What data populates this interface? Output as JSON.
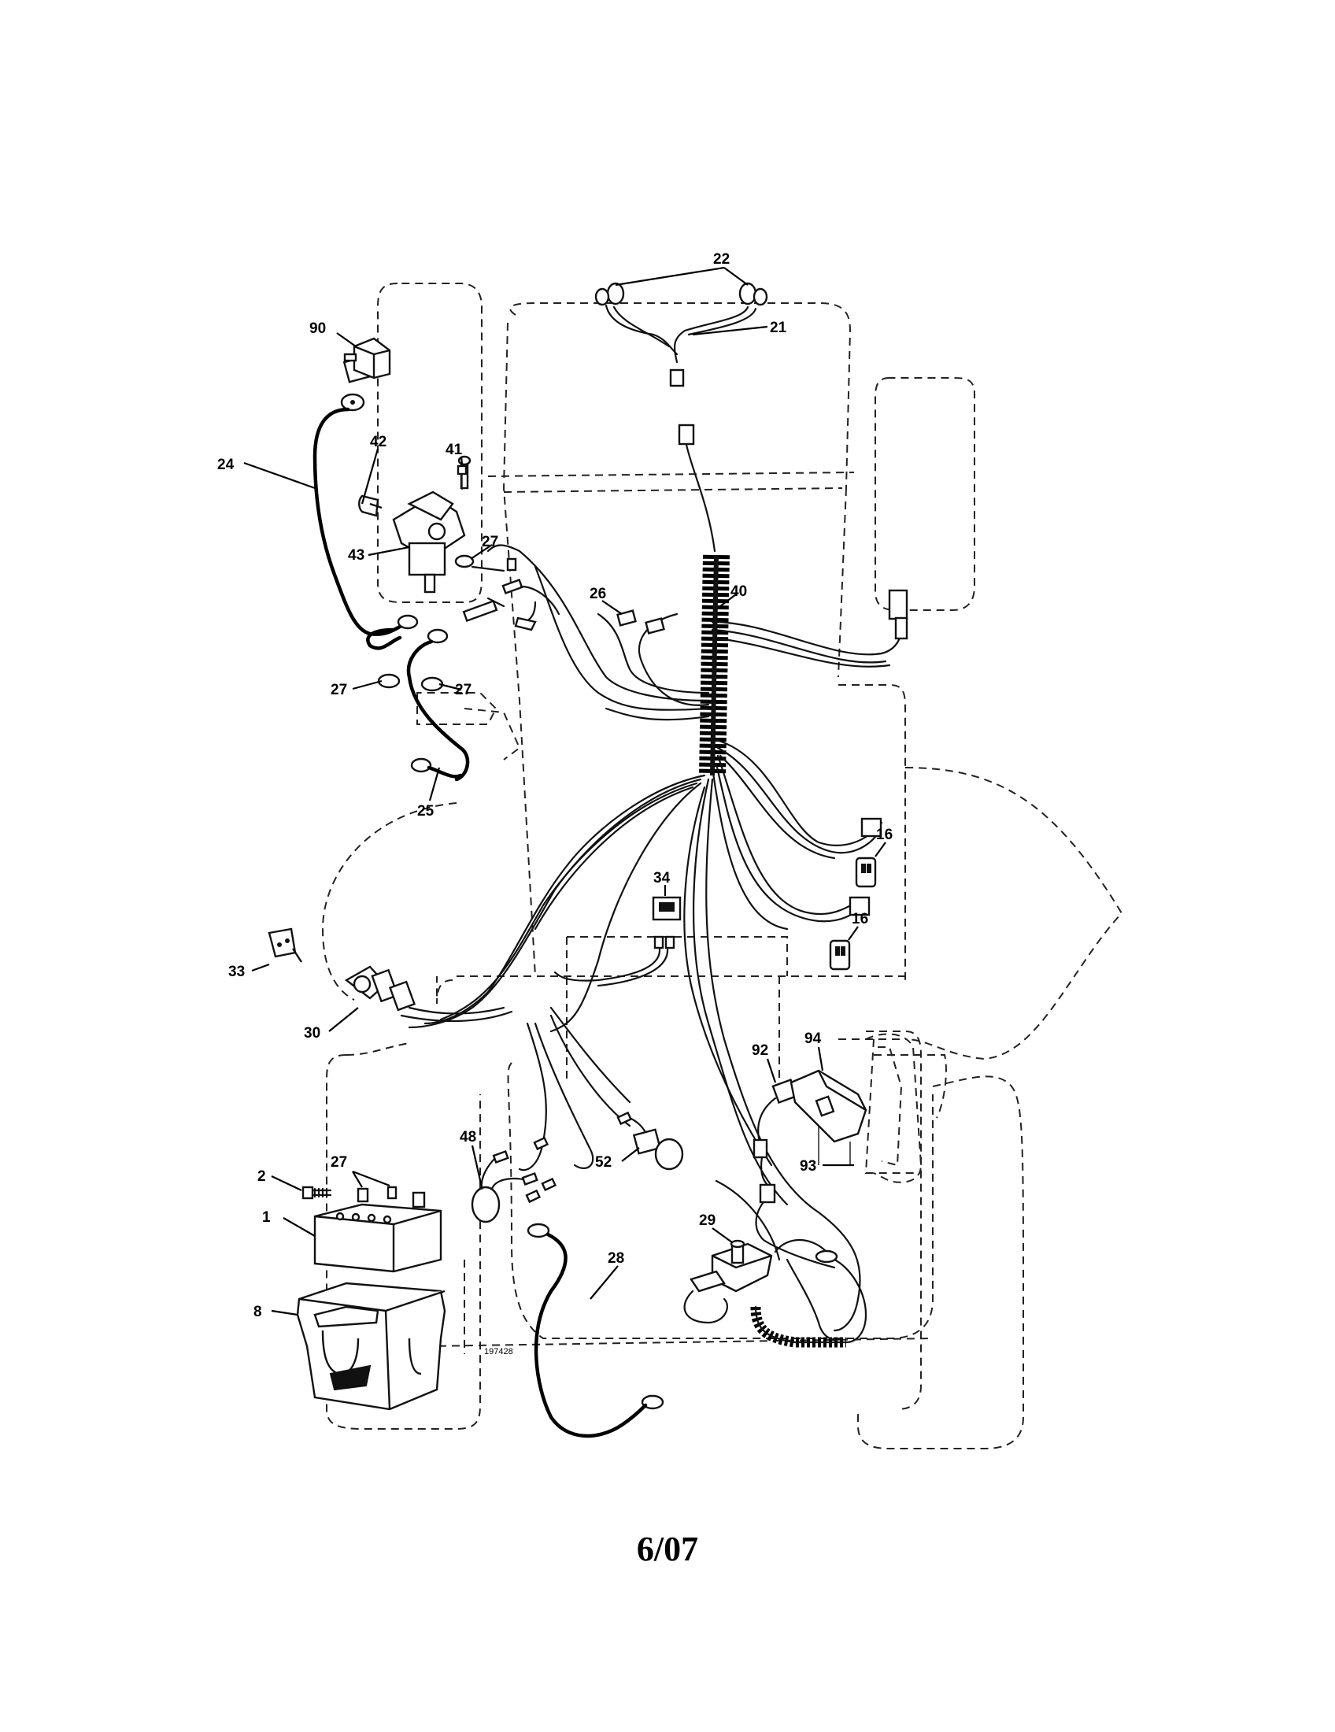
{
  "diagram": {
    "callouts": {
      "c1": "1",
      "c2": "2",
      "c8": "8",
      "c16a": "16",
      "c16b": "16",
      "c21": "21",
      "c22": "22",
      "c24": "24",
      "c25": "25",
      "c26": "26",
      "c27a": "27",
      "c27b": "27",
      "c27c": "27",
      "c27d": "27",
      "c28": "28",
      "c29": "29",
      "c30": "30",
      "c33": "33",
      "c34": "34",
      "c40": "40",
      "c41": "41",
      "c42": "42",
      "c43": "43",
      "c48": "48",
      "c52": "52",
      "c90": "90",
      "c92": "92",
      "c93": "93",
      "c94": "94"
    },
    "drawing_number": "197428"
  },
  "footer": {
    "date_code": "6/07"
  }
}
